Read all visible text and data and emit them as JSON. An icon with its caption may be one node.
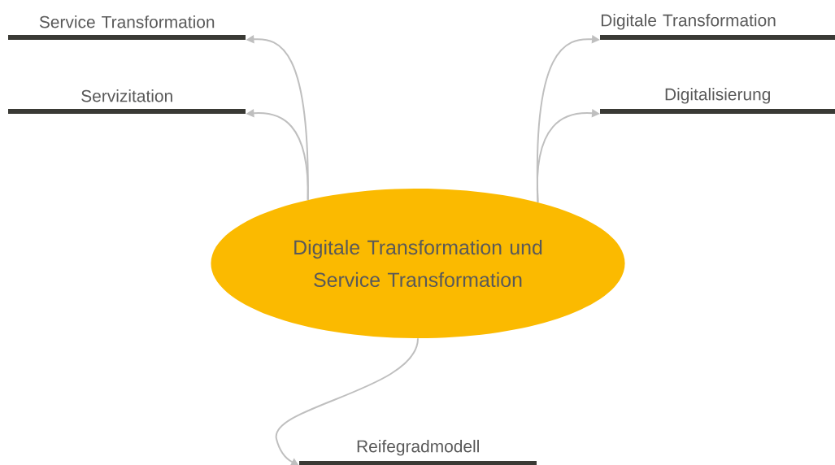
{
  "diagram": {
    "nodes": [
      {
        "text": [
          "Digitale Transformation und Service Transformation"
        ]
      },
      {
        "text": [
          "Service Transformation"
        ]
      },
      {
        "text": [
          "Servizitation"
        ]
      },
      {
        "text": [
          "Digitale Transformation"
        ]
      },
      {
        "text": [
          "Digitalisierung"
        ]
      },
      {
        "text": [
          "Reifegradmodell"
        ]
      }
    ],
    "edges": [
      {
        "from": 0,
        "to": 1,
        "arrow": "to"
      },
      {
        "from": 0,
        "to": 2,
        "arrow": "to"
      },
      {
        "from": 0,
        "to": 3,
        "arrow": "to"
      },
      {
        "from": 0,
        "to": 4,
        "arrow": "to"
      },
      {
        "from": 0,
        "to": 5,
        "arrow": "to"
      }
    ]
  }
}
